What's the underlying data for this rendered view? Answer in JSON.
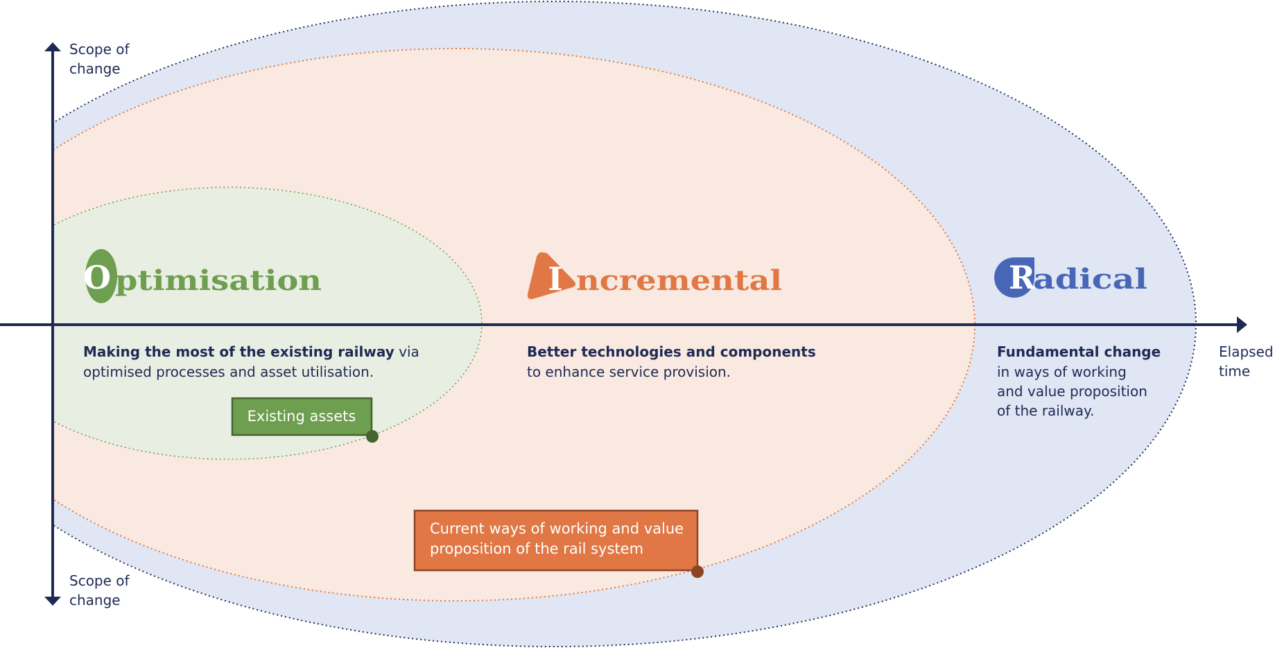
{
  "axes": {
    "vertical_label_top": [
      "Scope of",
      "change"
    ],
    "vertical_label_bottom": [
      "Scope of",
      "change"
    ],
    "horizontal_label": [
      "Elapsed",
      "time"
    ]
  },
  "zones": {
    "optimisation": {
      "logo_initial": "O",
      "logo_rest": "ptimisation",
      "title": "Optimisation",
      "desc_bold": "Making the most of the existing railway",
      "desc_line1_rest": " via",
      "desc_line2": "optimised processes and asset utilisation.",
      "callout": "Existing assets"
    },
    "incremental": {
      "logo_initial": "I",
      "logo_rest": "ncremental",
      "title": "Incremental",
      "desc_bold": "Better technologies and components",
      "desc_line2": "to enhance service provision.",
      "callout_lines": [
        "Current ways of working and value",
        "proposition of the rail system"
      ]
    },
    "radical": {
      "logo_initial": "R",
      "logo_rest": "adical",
      "title": "Radical",
      "desc_bold": "Fundamental change",
      "desc_lines": [
        "in ways of working",
        "and value proposition",
        "of the railway."
      ]
    }
  },
  "colors": {
    "navy": "#1e2a55",
    "green": "#6e9e4f",
    "green_dark": "#45622f",
    "green_bg": "#e9eee3",
    "orange": "#e07744",
    "orange_dark": "#8e4322",
    "orange_bg": "#f9e9e0",
    "blue": "#4766b5",
    "blue_bg": "#e0e6f3"
  }
}
